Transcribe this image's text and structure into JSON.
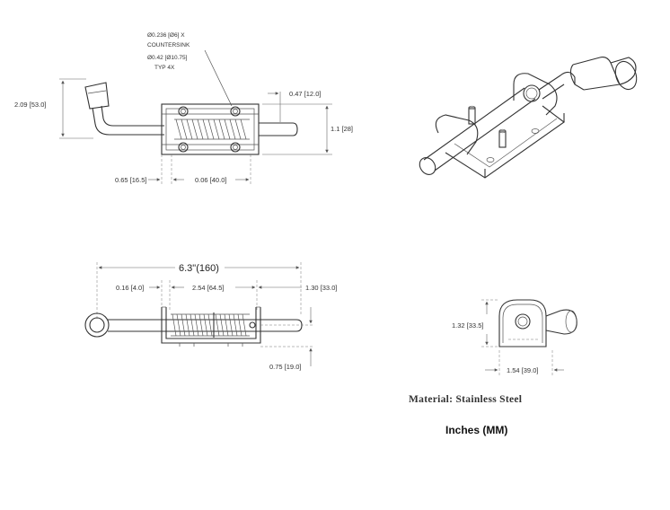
{
  "top_view": {
    "callout_line1": "Ø0.236 [Ø6] X",
    "callout_line2": "COUNTERSINK",
    "callout_line3": "Ø0.42 [Ø10.75]",
    "callout_line4": "TYP 4X",
    "dim_height": "2.09 [53.0]",
    "dim_pin_dia": "0.47 [12.0]",
    "dim_width": "1.1 [28]",
    "dim_left": "0.65 [16.5]",
    "dim_base": "0.06 [40.0]"
  },
  "front_view": {
    "dim_overall": "6.3\"(160)",
    "dim_handle": "0.16 [4.0]",
    "dim_body": "2.54 [64.5]",
    "dim_pin": "1.30 [33.0]",
    "dim_depth": "0.75 [19.0]"
  },
  "end_view": {
    "dim_height": "1.32 [33.5]",
    "dim_width": "1.54 [39.0]"
  },
  "material": "Material: Stainless Steel",
  "units": "Inches (MM)"
}
